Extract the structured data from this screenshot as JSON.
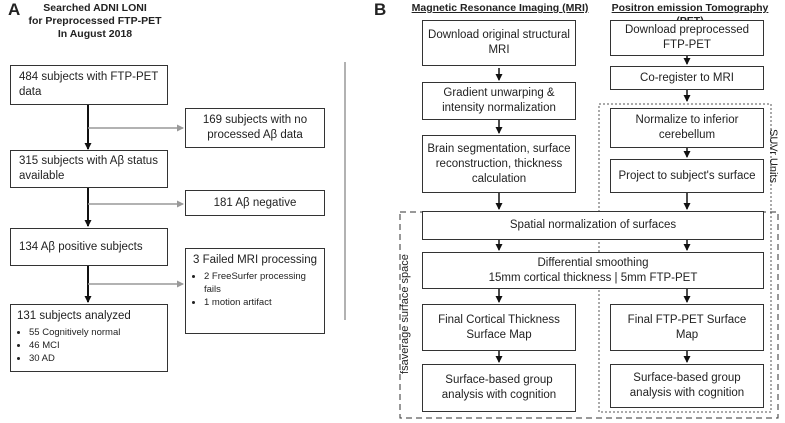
{
  "panel_a": {
    "letter": "A",
    "header": [
      "Searched ADNI LONI",
      "for Preprocessed FTP-PET",
      "In August 2018"
    ],
    "boxes": {
      "b1": "484 subjects with FTP-PET data",
      "b2": "315 subjects with Aβ status available",
      "b3": "134 Aβ positive subjects",
      "b4_title": "131 subjects analyzed",
      "b4_items": [
        "55 Cognitively normal",
        "46 MCI",
        "30 AD"
      ],
      "ex1": "169 subjects with no processed Aβ data",
      "ex2": "181 Aβ negative",
      "ex3_title": "3 Failed MRI processing",
      "ex3_items": [
        "2 FreeSurfer processing fails",
        "1 motion artifact"
      ]
    }
  },
  "panel_b": {
    "letter": "B",
    "mri_header": "Magnetic Resonance Imaging (MRI)",
    "pet_header": "Positron emission Tomography (PET)",
    "mri_boxes": {
      "m1": "Download original structural MRI",
      "m2": "Gradient unwarping & intensity normalization",
      "m3": "Brain segmentation, surface reconstruction, thickness calculation",
      "m4": "Final Cortical Thickness Surface Map",
      "m5": "Surface-based group analysis with cognition"
    },
    "pet_boxes": {
      "p1": "Download preprocessed FTP-PET",
      "p2": "Co-register to MRI",
      "p3": "Normalize to inferior cerebellum",
      "p4": "Project to subject's surface",
      "p5": "Final FTP-PET Surface Map",
      "p6": "Surface-based group analysis with cognition"
    },
    "shared": {
      "s1": "Spatial normalization of surfaces",
      "s2_line1": "Differential smoothing",
      "s2_line2": "15mm cortical thickness | 5mm FTP-PET"
    },
    "labels": {
      "suvr": "SUVr Units",
      "fsaverage": "fsaverage surface space"
    }
  }
}
